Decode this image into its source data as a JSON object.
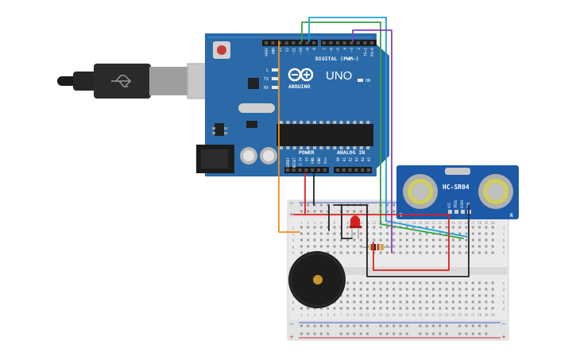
{
  "arduino": {
    "brand": "ARDUINO",
    "model": "UNO",
    "digital_label": "DIGITAL (PWM~)",
    "analog_label": "ANALOG IN",
    "power_label": "POWER",
    "on_label": "ON",
    "led_labels": [
      "L",
      "TX",
      "RX"
    ],
    "top_pins": [
      "AREF",
      "GND",
      "13",
      "12",
      "~11",
      "~10",
      "~9",
      "8",
      "7",
      "~6",
      "~5",
      "4",
      "~3",
      "2",
      "TX→1",
      "RX←0"
    ],
    "power_pins": [
      "IOREF",
      "RESET",
      "3.3V",
      "5V",
      "GND",
      "GND",
      "Vin"
    ],
    "analog_pins": [
      "A0",
      "A1",
      "A2",
      "A3",
      "A4",
      "A5"
    ]
  },
  "sensor": {
    "name": "HC-SR04",
    "corner_left": "T",
    "corner_right": "R",
    "pins": [
      "VCC",
      "TRIG",
      "ECHO",
      "GND"
    ]
  },
  "breadboard": {
    "column_numbers": [
      "1",
      "2",
      "3",
      "4",
      "5",
      "6",
      "7",
      "8",
      "9",
      "10",
      "11",
      "12",
      "13",
      "14",
      "15",
      "16",
      "17",
      "18",
      "19",
      "20",
      "21",
      "22",
      "23",
      "24",
      "25",
      "26",
      "27",
      "28",
      "29",
      "30"
    ],
    "row_letters_top": [
      "j",
      "i",
      "h",
      "g",
      "f"
    ],
    "row_letters_bottom": [
      "e",
      "d",
      "c",
      "b",
      "a"
    ],
    "rail_plus": "+",
    "rail_minus": "−"
  },
  "colors": {
    "board": "#2a6aa8",
    "board_dark": "#1f5585",
    "sensor": "#1c5aa8",
    "wire_orange": "#f0901e",
    "wire_green": "#31a442",
    "wire_blue": "#1ca0d6",
    "wire_purple": "#8a3fbf",
    "wire_red": "#e02020",
    "wire_black": "#222222",
    "led_red": "#d81f1f"
  }
}
